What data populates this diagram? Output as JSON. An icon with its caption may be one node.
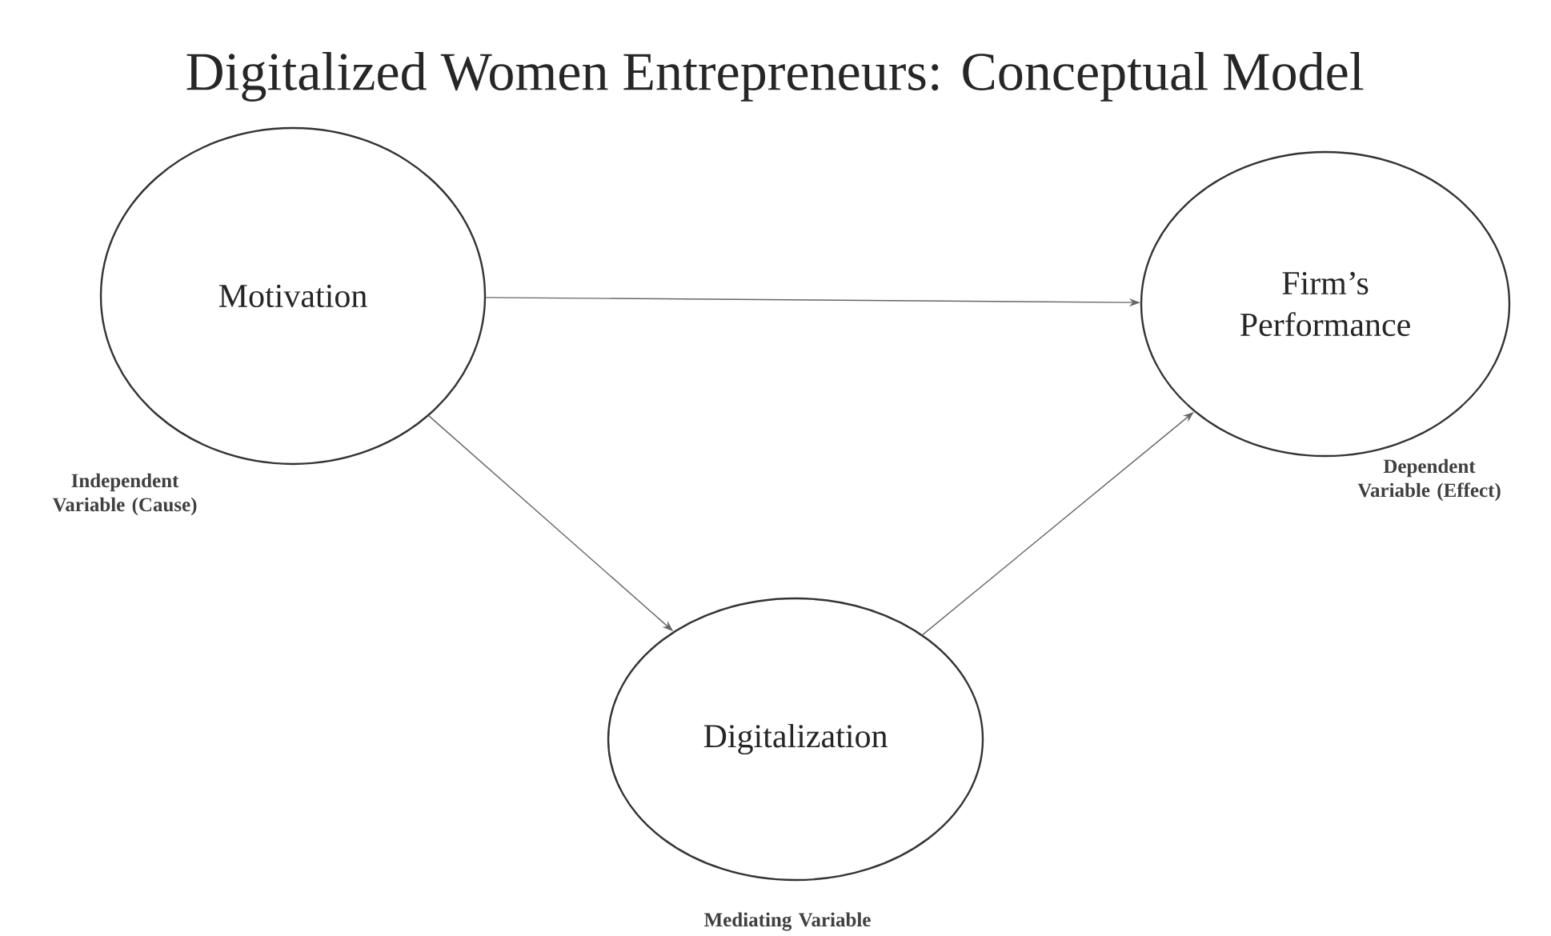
{
  "diagram": {
    "title": "Digitalized Women Entrepreneurs: Conceptual Model",
    "nodes": [
      {
        "text": [
          "Motivation"
        ],
        "beside": [
          "Independent Variable (Cause)"
        ]
      },
      {
        "text": [
          "Firm’s Performance"
        ],
        "beside": [
          "Dependent Variable (Effect)"
        ]
      },
      {
        "text": [
          "Digitalization"
        ],
        "beside": [
          "Mediating Variable"
        ]
      }
    ],
    "edges": [
      {
        "from": 0,
        "to": 1,
        "arrow": "to"
      },
      {
        "from": 0,
        "to": 2,
        "arrow": "to"
      },
      {
        "from": 2,
        "to": 1,
        "arrow": "to"
      }
    ]
  }
}
